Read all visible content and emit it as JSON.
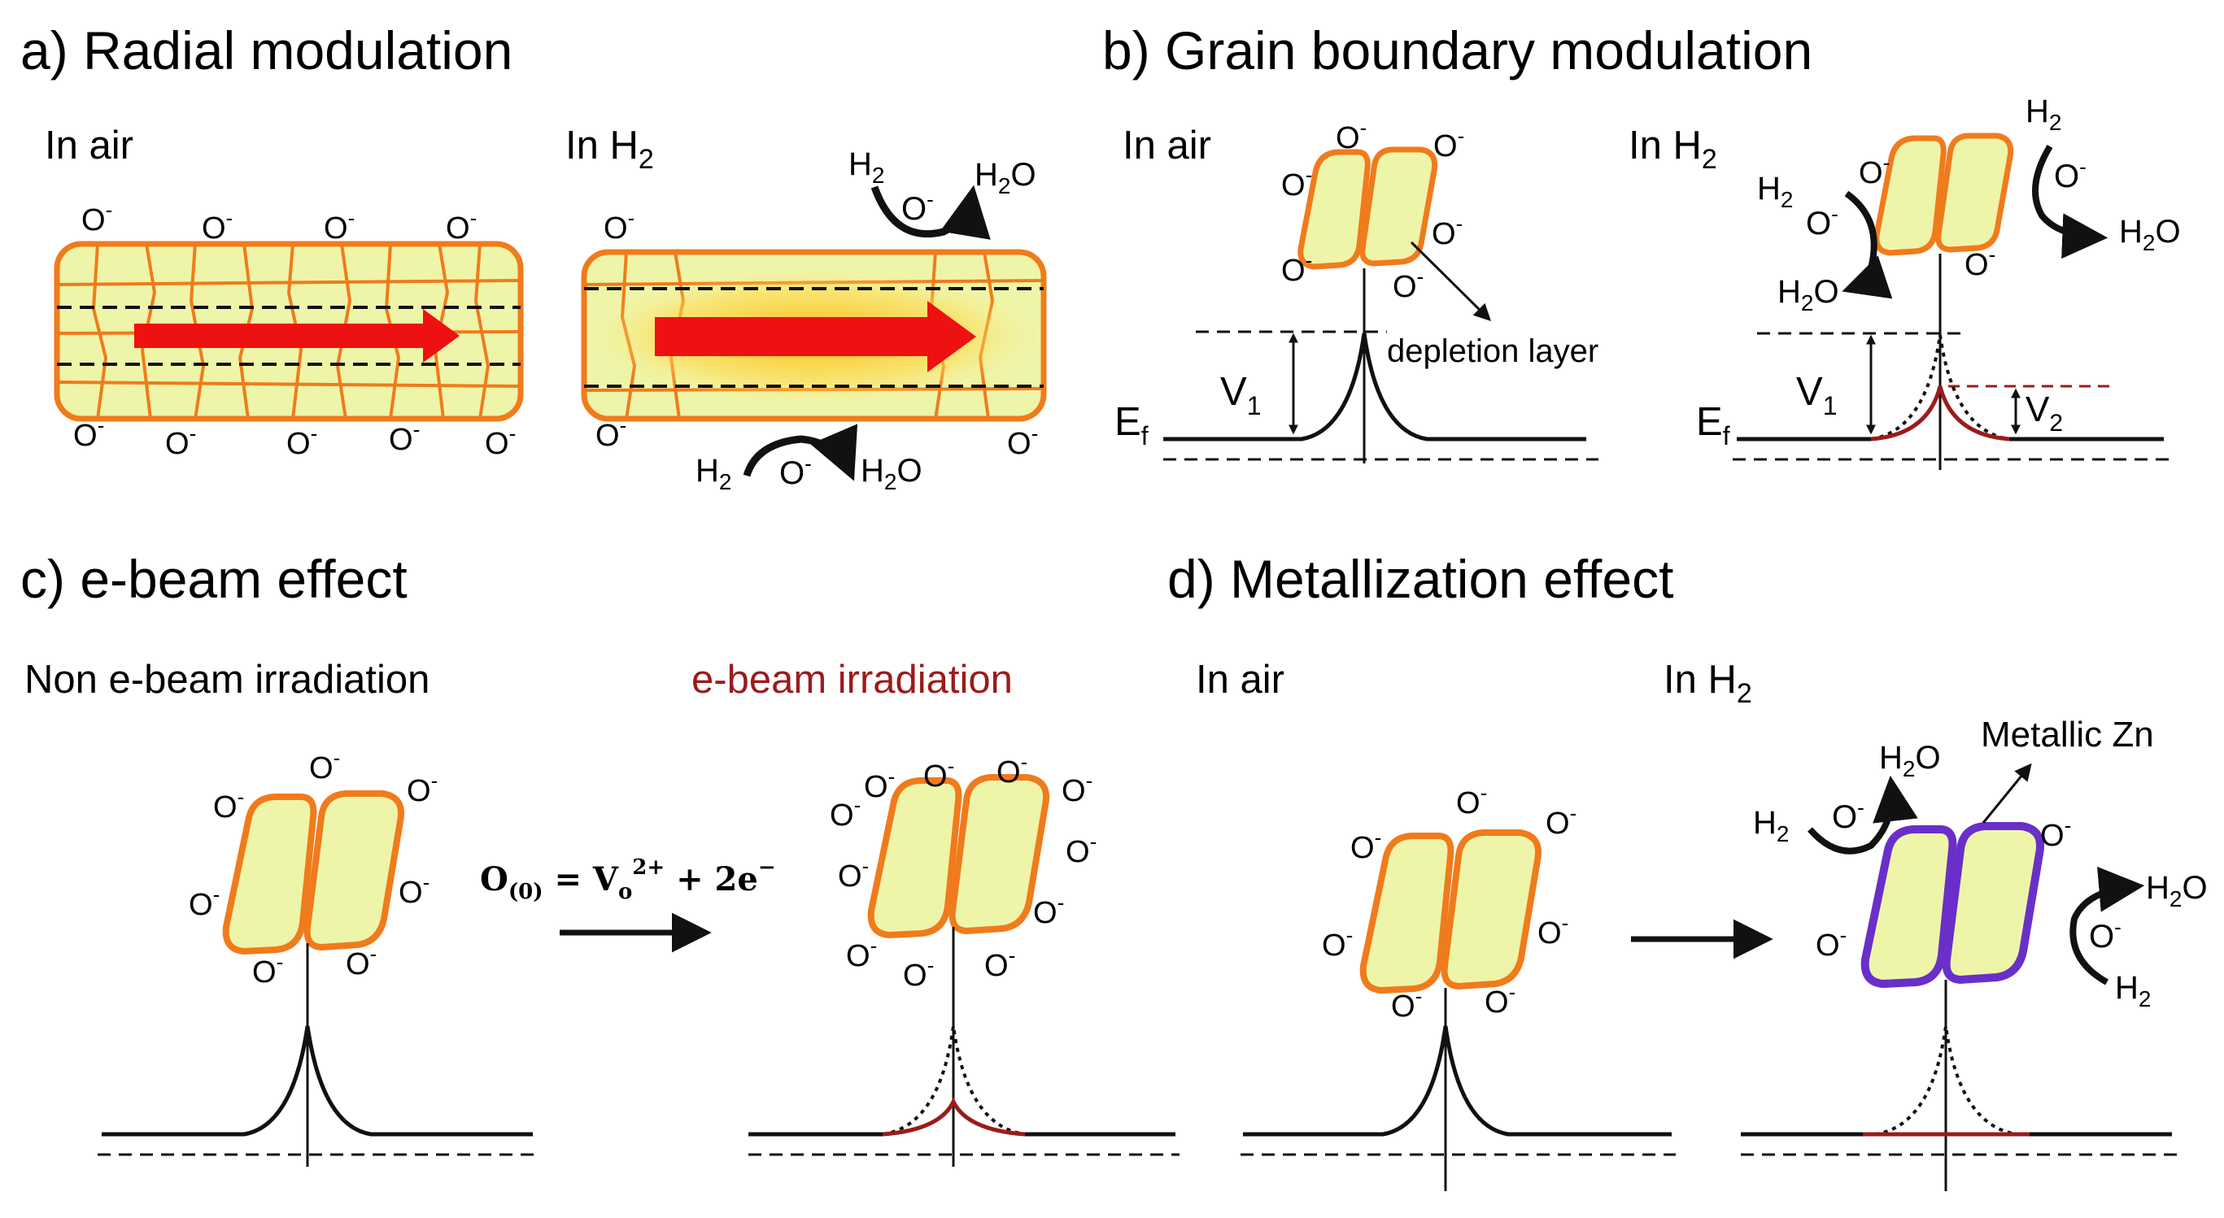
{
  "panels": {
    "a": {
      "title": "a) Radial modulation",
      "left_label": "In air",
      "right_label_main": "In H",
      "right_label_sub": "2"
    },
    "b": {
      "title": "b) Grain boundary modulation",
      "left_label": "In air",
      "right_label_main": "In H",
      "right_label_sub": "2",
      "depletion_label": "depletion  layer",
      "v1_main": "V",
      "v1_sub": "1",
      "v2_main": "V",
      "v2_sub": "2",
      "ef_main": "E",
      "ef_sub": "f"
    },
    "c": {
      "title": "c) e-beam effect",
      "left_label": "Non e-beam irradiation",
      "right_label": "e-beam irradiation",
      "equation": {
        "lhs": "O",
        "lhs_sub": "(0)",
        "eq": " = V",
        "v_sub": "o",
        "v_sup": "2+",
        "rhs": " + 2e",
        "rhs_sup": "−"
      }
    },
    "d": {
      "title": "d) Metallization effect",
      "left_label": "In air",
      "right_label_main": "In H",
      "right_label_sub": "2",
      "metallic_label": "Metallic Zn"
    }
  },
  "species": {
    "oxygen_ion": "O",
    "oxygen_charge": "-",
    "hydrogen": "H",
    "hydrogen_sub": "2",
    "water_h": "H",
    "water_sub": "2",
    "water_o": "O"
  },
  "colors": {
    "grain_fill": "#eef5a8",
    "grain_border": "#f07b1c",
    "arrow_red": "#ee1111",
    "glow": "#ffd23a",
    "dark_red": "#9b1b1b",
    "metallic_purple": "#6a2fc8",
    "text": "#111111"
  },
  "icons": [
    "grain-pair",
    "nanowire",
    "arc-arrow",
    "band-diagram"
  ]
}
